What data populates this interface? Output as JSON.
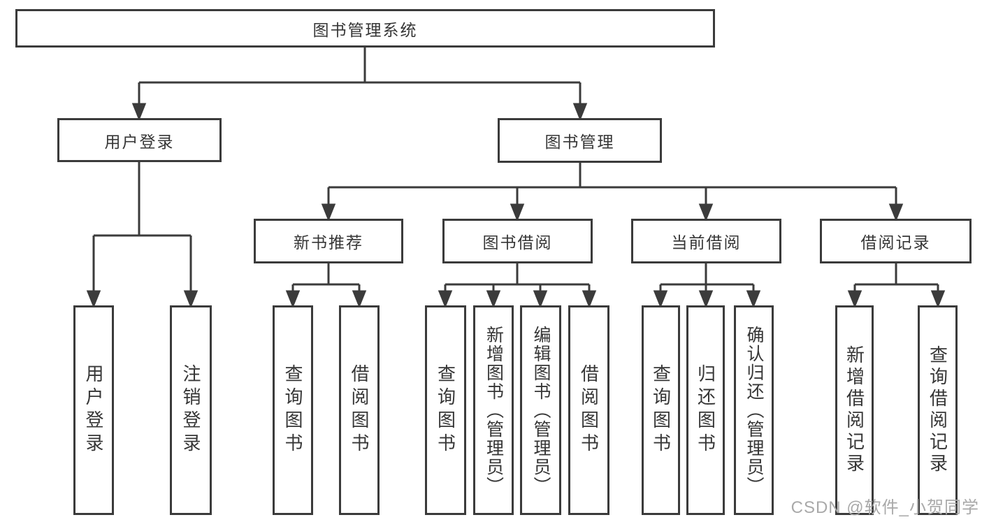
{
  "tree": {
    "root": "图书管理系统",
    "user_login": {
      "label": "用户登录",
      "children": {
        "login": "用户登录",
        "logout": "注销登录"
      }
    },
    "book_mgmt": {
      "label": "图书管理",
      "children": {
        "new_book_rec": {
          "label": "新书推荐",
          "children": {
            "query_book": "查询图书",
            "borrow_book": "借阅图书"
          }
        },
        "book_borrow": {
          "label": "图书借阅",
          "children": {
            "query_book": "查询图书",
            "add_book": "新增图书（管理员）",
            "edit_book": "编辑图书（管理员）",
            "borrow_book": "借阅图书"
          }
        },
        "current_borrow": {
          "label": "当前借阅",
          "children": {
            "query_book": "查询图书",
            "return_book": "归还图书",
            "confirm_return": "确认归还（管理员）"
          }
        },
        "borrow_record": {
          "label": "借阅记录",
          "children": {
            "add_record": "新增借阅记录",
            "query_record": "查询借阅记录"
          }
        }
      }
    }
  },
  "watermark": "CSDN @软件_小贺同学",
  "colors": {
    "line": "#3b3b3b",
    "box_border": "#3b3b3b",
    "text": "#363636",
    "watermark": "#a9a9a9",
    "background": "#ffffff"
  }
}
